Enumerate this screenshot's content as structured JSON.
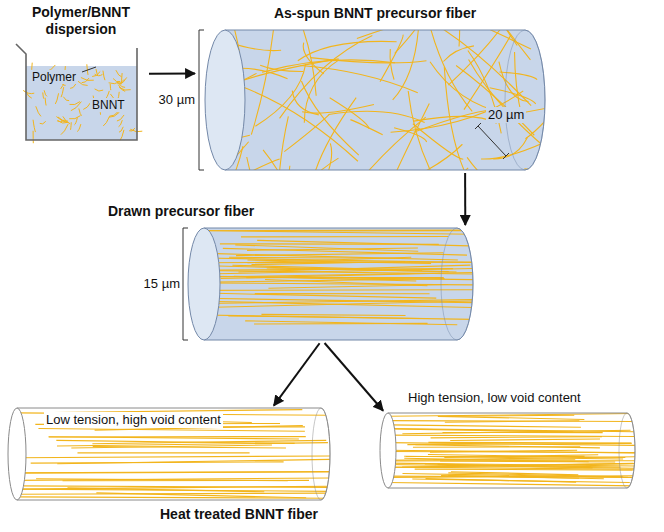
{
  "diagram": {
    "nodes": [
      {
        "text": [
          "Polymer/BNNT dispersion",
          "Polymer",
          "BNNT"
        ]
      },
      {
        "text": [
          "As-spun BNNT precursor fiber"
        ]
      },
      {
        "text": [
          "Drawn precursor fiber"
        ]
      },
      {
        "text": [
          "Low tension, high void content"
        ]
      },
      {
        "text": [
          "High tension, low void content"
        ]
      }
    ],
    "edges": [
      {
        "from": 0,
        "to": 1,
        "arrow": "to"
      },
      {
        "from": 1,
        "to": 2,
        "arrow": "to"
      },
      {
        "from": 2,
        "to": 3,
        "arrow": "to"
      },
      {
        "from": 2,
        "to": 4,
        "arrow": "to"
      }
    ],
    "labels": [
      "30 µm",
      "20 µm",
      "15 µm",
      "Heat treated BNNT fiber"
    ]
  }
}
